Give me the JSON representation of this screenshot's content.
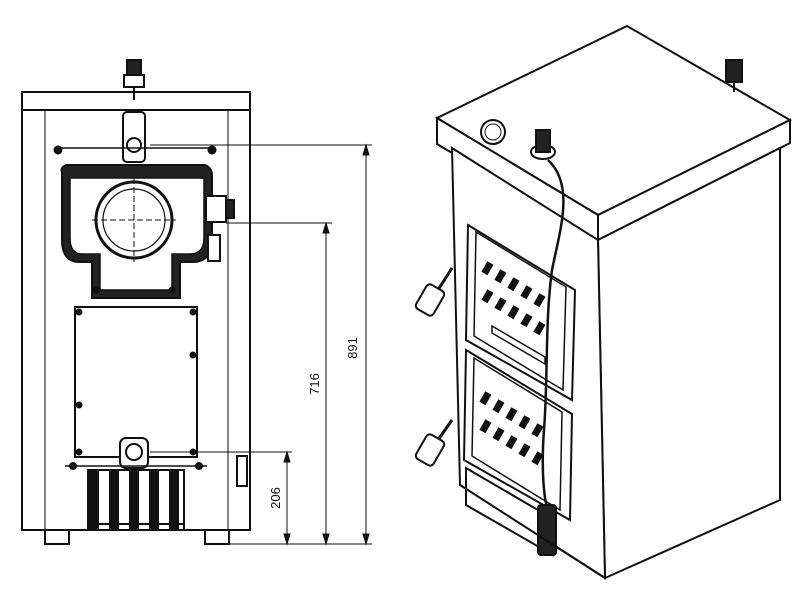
{
  "drawing": {
    "front_view": {
      "dimensions": [
        {
          "label": "891"
        },
        {
          "label": "716"
        },
        {
          "label": "206"
        }
      ]
    },
    "perspective_view": {}
  },
  "colors": {
    "line": "#111111",
    "fill": "#ffffff",
    "shade": "#1a1a1a"
  }
}
